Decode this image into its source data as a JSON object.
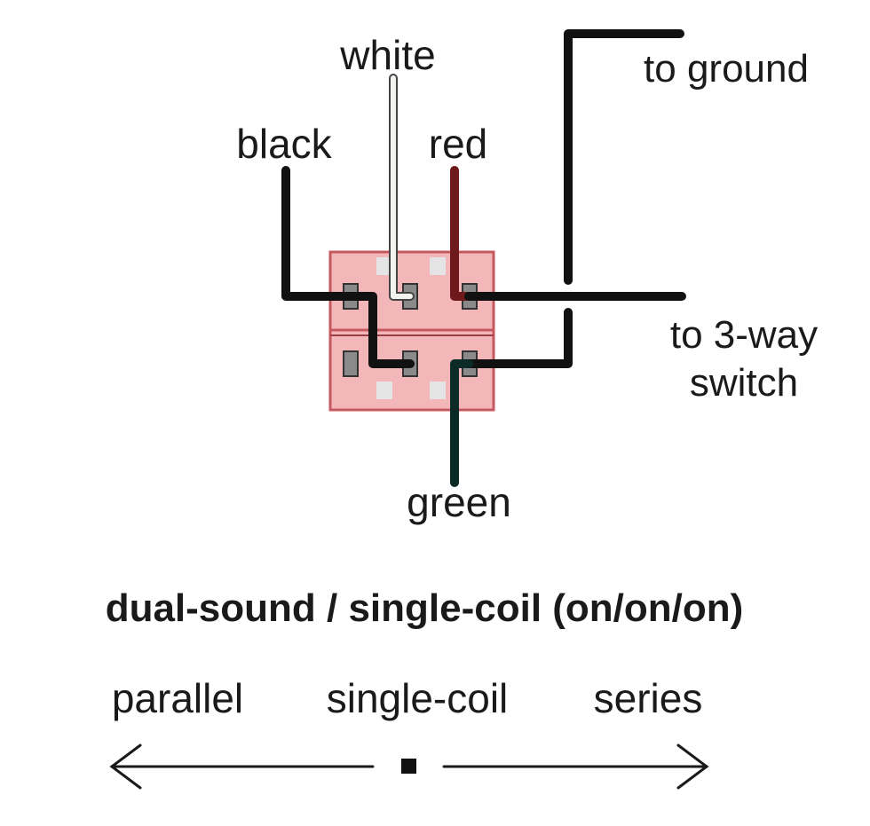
{
  "wires": {
    "white": "white",
    "black": "black",
    "red": "red",
    "green": "green"
  },
  "destinations": {
    "ground": "to ground",
    "three_way_line1": "to 3-way",
    "three_way_line2": "switch"
  },
  "title": "dual-sound / single-coil (on/on/on)",
  "positions": {
    "left": "parallel",
    "center": "single-coil",
    "right": "series"
  },
  "colors": {
    "switch_body": "#f3b7b9",
    "switch_border": "#c45a60",
    "wire_black": "#111111",
    "wire_white": "#f2f2ee",
    "wire_red": "#6e1a1a",
    "wire_green": "#0c2a26"
  }
}
